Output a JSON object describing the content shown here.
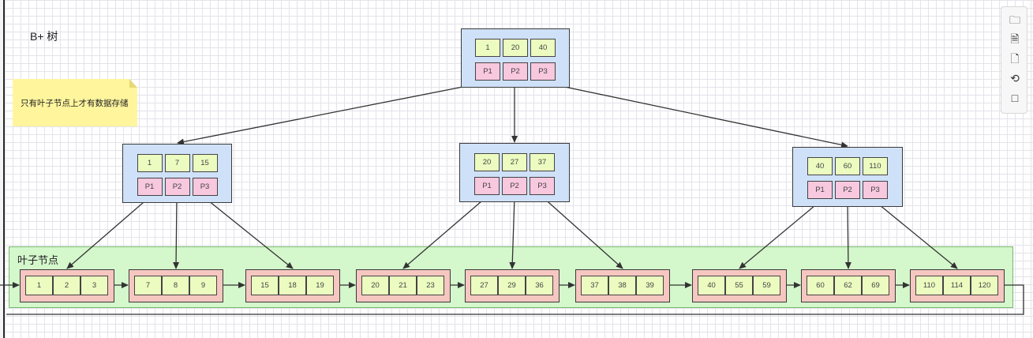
{
  "title": "B+ 树",
  "note": "只有叶子节点上才有数据存储",
  "leaf_area_label": "叶子节点",
  "root": {
    "keys": [
      "1",
      "20",
      "40"
    ],
    "pointers": [
      "P1",
      "P2",
      "P3"
    ]
  },
  "internal": [
    {
      "keys": [
        "1",
        "7",
        "15"
      ],
      "pointers": [
        "P1",
        "P2",
        "P3"
      ]
    },
    {
      "keys": [
        "20",
        "27",
        "37"
      ],
      "pointers": [
        "P1",
        "P2",
        "P3"
      ]
    },
    {
      "keys": [
        "40",
        "60",
        "110"
      ],
      "pointers": [
        "P1",
        "P2",
        "P3"
      ]
    }
  ],
  "leaves": [
    [
      "1",
      "2",
      "3"
    ],
    [
      "7",
      "8",
      "9"
    ],
    [
      "15",
      "18",
      "19"
    ],
    [
      "20",
      "21",
      "23"
    ],
    [
      "27",
      "29",
      "36"
    ],
    [
      "37",
      "38",
      "39"
    ],
    [
      "40",
      "55",
      "59"
    ],
    [
      "60",
      "62",
      "69"
    ],
    [
      "110",
      "114",
      "120"
    ]
  ],
  "toolbar_icons": [
    "new-file-icon",
    "export-icon",
    "blank-page-icon",
    "history-icon",
    "comment-icon"
  ],
  "colors": {
    "internal_node_bg": "#cfe1f8",
    "key_cell": "#ecfcc0",
    "pointer_cell": "#f8c8de",
    "leaf_node_bg": "#f6c6c0",
    "leaf_area_bg": "#d4f7cc",
    "note_bg": "#fff59d"
  }
}
